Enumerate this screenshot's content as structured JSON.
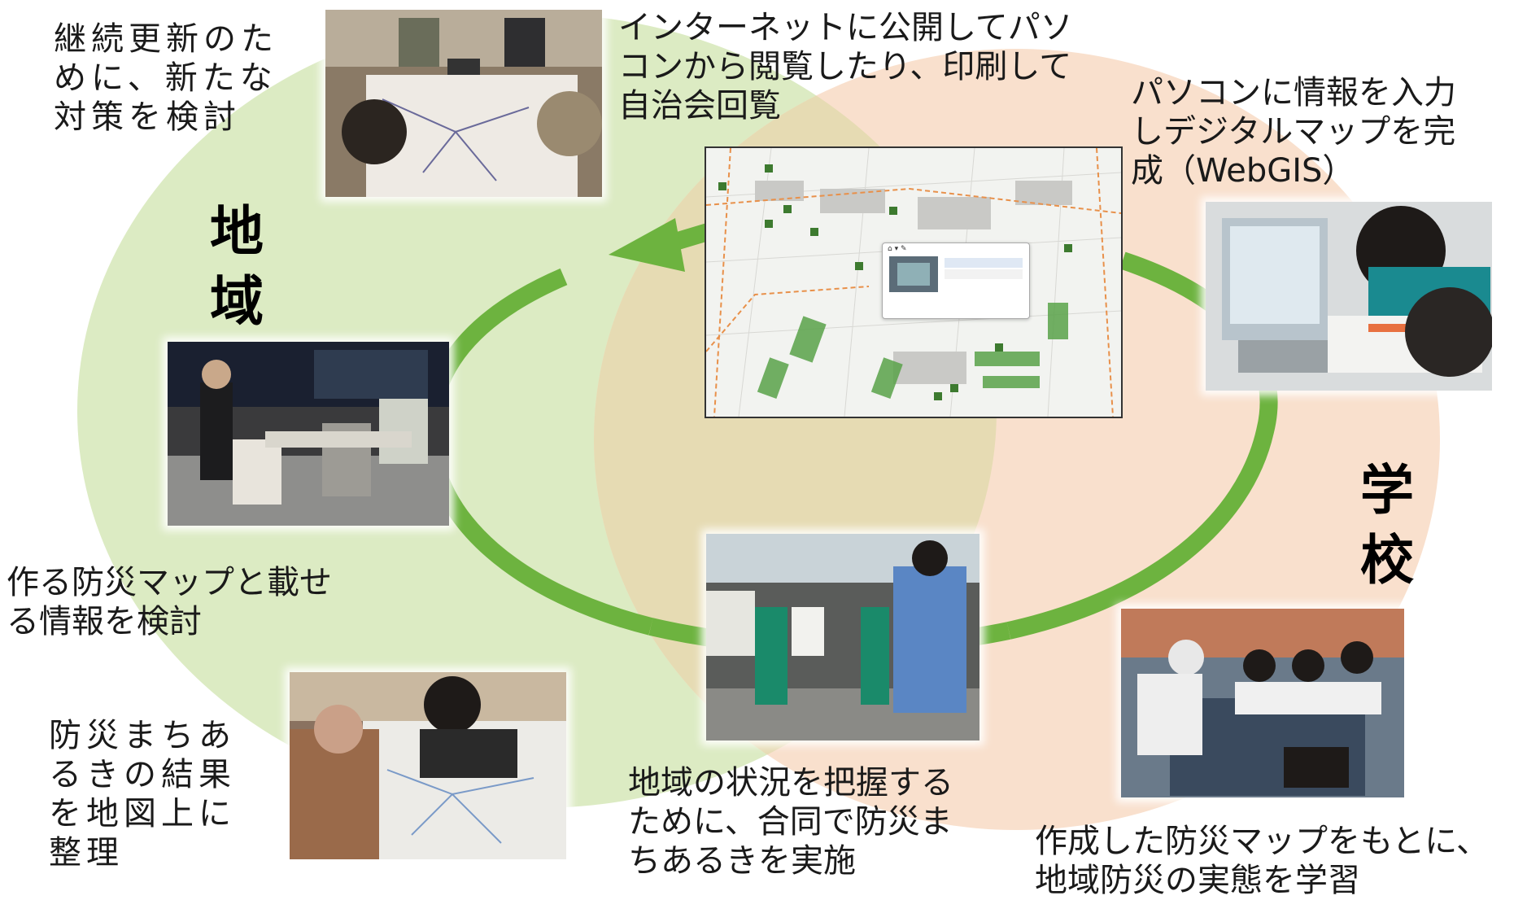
{
  "regions": {
    "community": {
      "label": "地\n域",
      "color": "#dcebc3"
    },
    "school": {
      "label": "学\n校",
      "color": "#f9e0cd"
    }
  },
  "cycle_arrow_color": "#6db33f",
  "steps": [
    {
      "text": "継続更新のた\nめに、新たな\n対策を検討"
    },
    {
      "text": "インターネットに公開してパソ\nコンから閲覧したり、印刷して\n自治会回覧"
    },
    {
      "text": "パソコンに情報を入力\nしデジタルマップを完\n成（WebGIS）"
    },
    {
      "text": "作る防災マップと載せ\nる情報を検討"
    },
    {
      "text": "防災まちあ\nるきの結果\nを地図上に\n整理"
    },
    {
      "text": "地域の状況を把握する\nために、合同で防災ま\nちあるきを実施"
    },
    {
      "text": "作成した防災マップをもとに、\n地域防災の実態を学習"
    }
  ]
}
